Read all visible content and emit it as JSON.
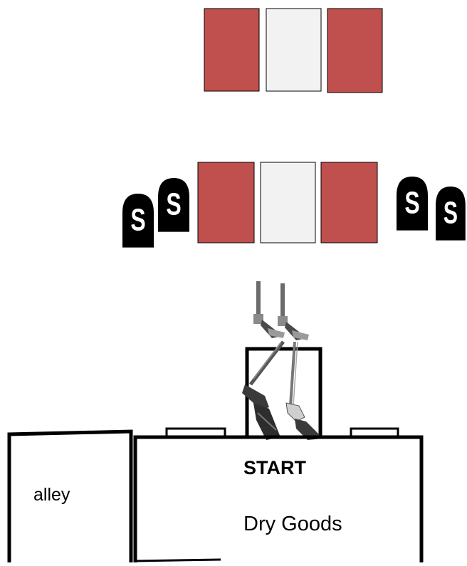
{
  "colors": {
    "target_red": "#c0504d",
    "target_white": "#f2f2f2",
    "stone": "#000000",
    "outline": "#000000"
  },
  "targets": {
    "far_row": [
      "red",
      "white",
      "red"
    ],
    "near_row": [
      "red",
      "white",
      "red"
    ]
  },
  "shotgun_targets": {
    "marker_letter": "S",
    "count": 4
  },
  "props": {
    "pistols": 2,
    "long_guns": 2,
    "icons": [
      "revolver-icon",
      "shotgun-icon",
      "rifle-icon"
    ]
  },
  "buildings": {
    "alley_label": "alley",
    "start_label": "START",
    "store_label": "Dry Goods"
  }
}
